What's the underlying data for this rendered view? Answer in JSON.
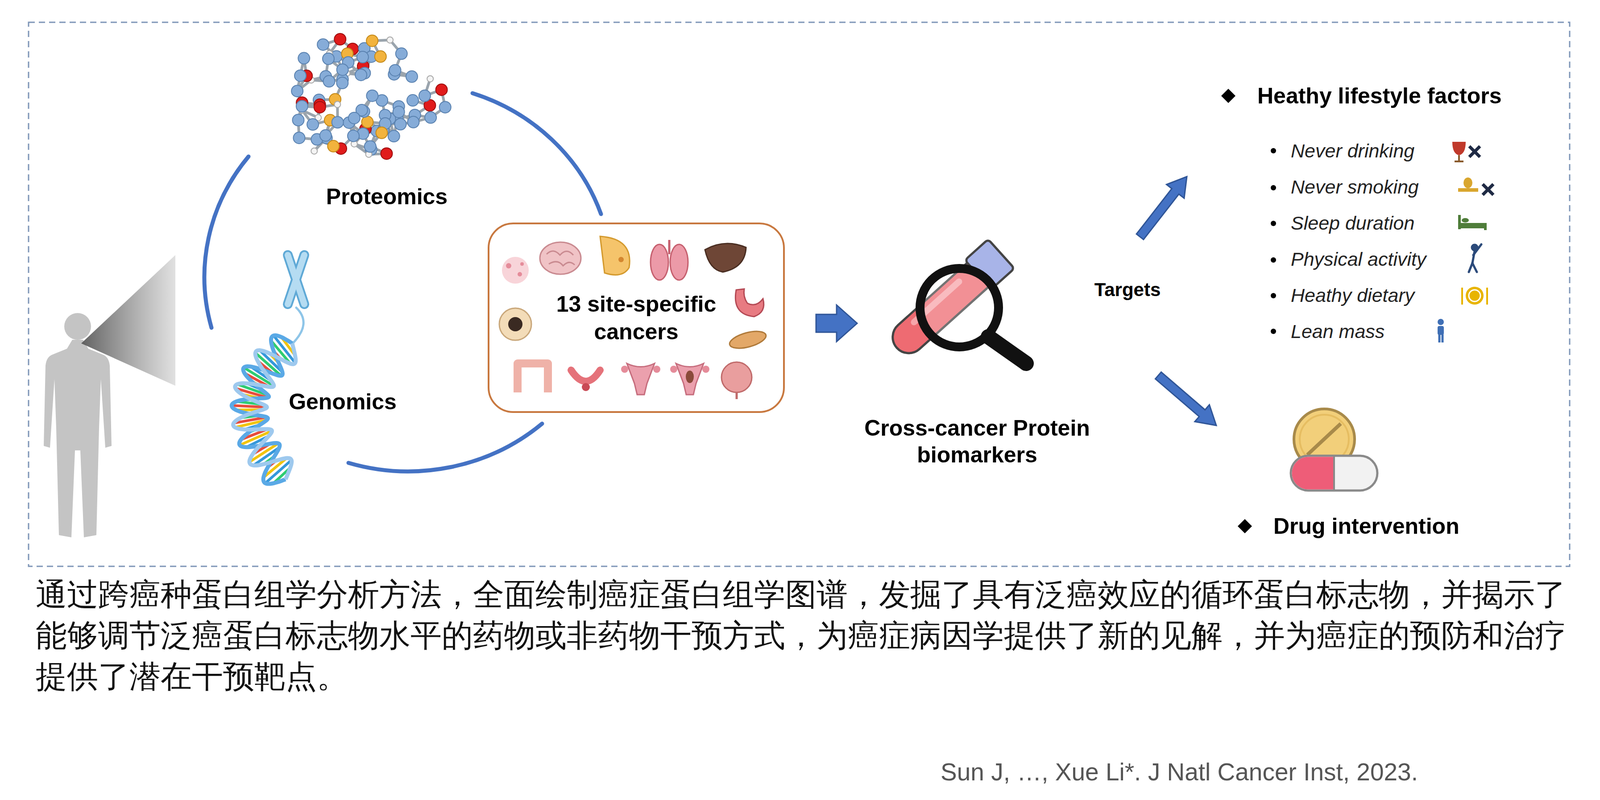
{
  "diagram": {
    "caption": "通过跨癌种蛋白组学分析方法，全面绘制癌症蛋白组学图谱，发掘了具有泛癌效应的循环蛋白标志物，并揭示了能够调节泛癌蛋白标志物水平的药物或非药物干预方式，为癌症病因学提供了新的见解，并为癌症的预防和治疗提供了潜在干预靶点。",
    "nodes": [
      {
        "text": [
          "13 site-specific cancers"
        ]
      },
      {
        "text": [
          "Cross-cancer Protein biomarkers"
        ]
      },
      {
        "text": [
          "Heathy lifestyle factors",
          "Never drinking",
          "Never smoking",
          "Sleep duration",
          "Physical activity",
          "Heathy dietary",
          "Lean mass"
        ]
      },
      {
        "text": [
          "Drug intervention"
        ]
      }
    ],
    "edges": [
      {
        "from": 0,
        "to": 1,
        "arrow": "to"
      },
      {
        "from": 1,
        "to": 2,
        "arrow": "to"
      },
      {
        "from": 1,
        "to": 3,
        "arrow": "to"
      }
    ],
    "labels": [
      "Proteomics",
      "Genomics",
      "Targets",
      "Sun J, …, Xue Li*. J Natl Cancer Inst, 2023."
    ]
  }
}
